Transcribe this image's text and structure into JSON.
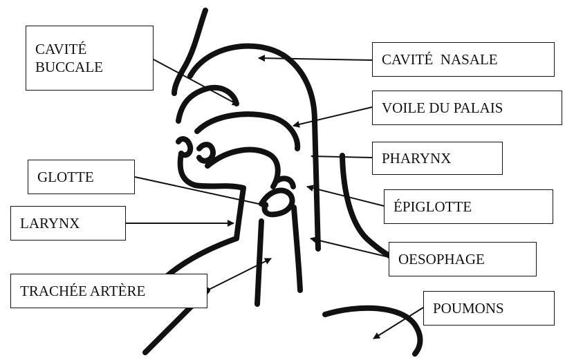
{
  "colors": {
    "ink": "#111111",
    "background": "#ffffff"
  },
  "labels": {
    "cavite_buccale_line1": "CAVITÉ",
    "cavite_buccale_line2": "BUCCALE",
    "cavite_nasale": "CAVITÉ  NASALE",
    "voile_du_palais": "VOILE DU PALAIS",
    "pharynx": "PHARYNX",
    "glotte": "GLOTTE",
    "epiglotte": "ÉPIGLOTTE",
    "larynx": "LARYNX",
    "oesophage": "OESOPHAGE",
    "trachee_artere": "TRACHÉE ARTÈRE",
    "poumons": "POUMONS"
  }
}
